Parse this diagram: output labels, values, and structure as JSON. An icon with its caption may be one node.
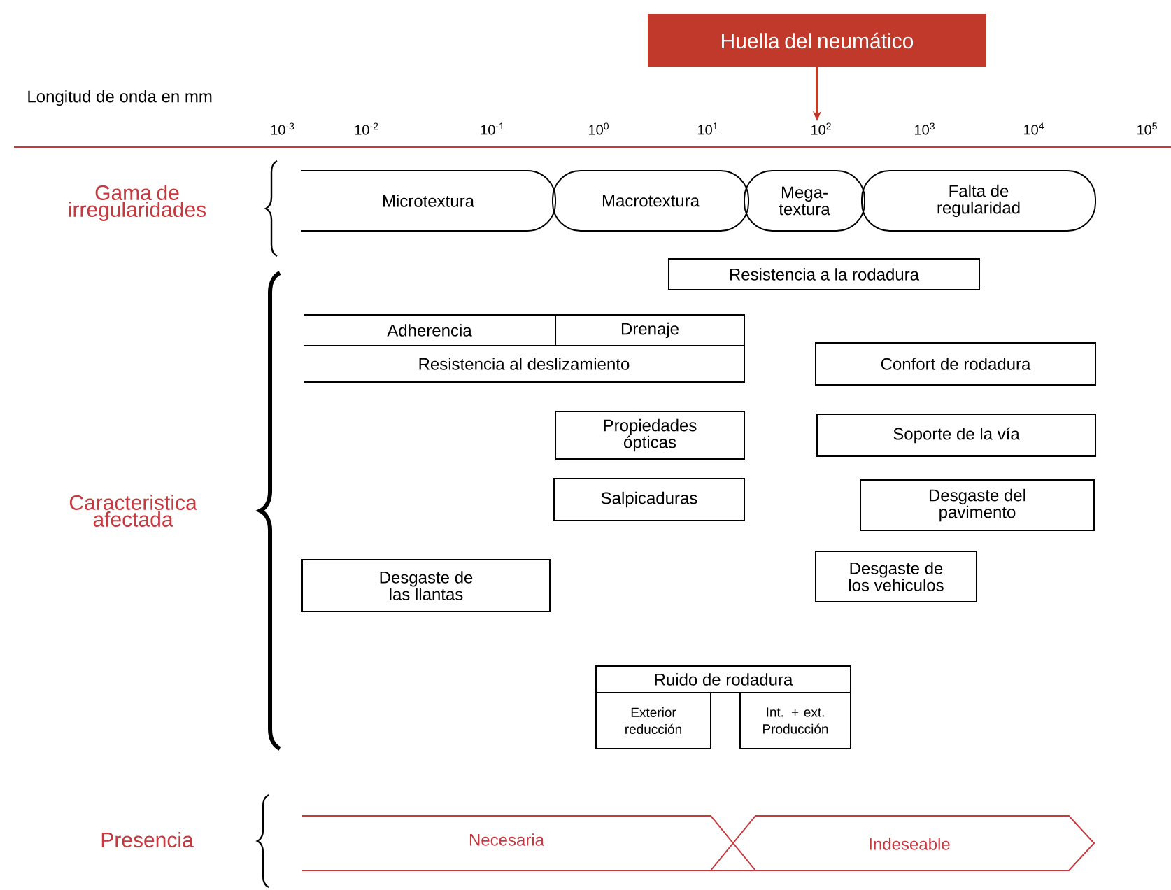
{
  "diagram": {
    "nodes": [
      {
        "text": [
          "Huella del neumático"
        ]
      },
      {
        "text": [
          "Microtextura"
        ]
      },
      {
        "text": [
          "Macrotextura"
        ]
      },
      {
        "text": [
          "Mega- textura"
        ]
      },
      {
        "text": [
          "Falta de regularidad"
        ]
      },
      {
        "text": [
          "Resistencia a la rodadura"
        ]
      },
      {
        "text": [
          "Adherencia"
        ]
      },
      {
        "text": [
          "Drenaje"
        ]
      },
      {
        "text": [
          "Resistencia al deslizamiento"
        ]
      },
      {
        "text": [
          "Confort de rodadura"
        ]
      },
      {
        "text": [
          "Propiedades ópticas"
        ]
      },
      {
        "text": [
          "Soporte de la vía"
        ]
      },
      {
        "text": [
          "Salpicaduras"
        ]
      },
      {
        "text": [
          "Desgaste del pavimento"
        ]
      },
      {
        "text": [
          "Desgaste de las llantas"
        ]
      },
      {
        "text": [
          "Desgaste de los vehiculos"
        ]
      },
      {
        "text": [
          "Ruido de rodadura"
        ]
      },
      {
        "text": [
          "Exterior reducción"
        ]
      },
      {
        "text": [
          "Int. + ext. Producción"
        ]
      },
      {
        "text": [
          "Necesaria"
        ]
      },
      {
        "text": [
          "Indeseable"
        ]
      },
      {
        "text": [
          "10$^{2}$"
        ]
      }
    ],
    "edges": [
      {
        "from": 0,
        "to": 21,
        "arrow": "to",
        "color": "#c0392b"
      }
    ],
    "labels": [
      "Longitud de onda en mm",
      "10$^{-3}$",
      "10$^{-2}$",
      "10$^{-1}$",
      "10$^{0}$",
      "10$^{1}$",
      "10$^{3}$",
      "10$^{4}$",
      "10$^{5}$",
      "Gama de irregularidades",
      "Caracteristica afectada",
      "Presencia"
    ]
  }
}
